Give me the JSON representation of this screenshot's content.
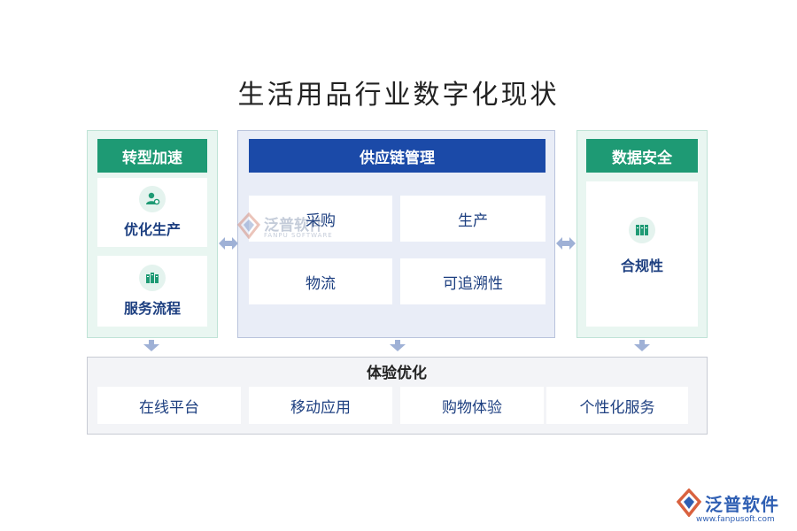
{
  "title": "生活用品行业数字化现状",
  "left_panel": {
    "header": "转型加速",
    "items": [
      {
        "label": "优化生产",
        "icon": "user-gear-icon"
      },
      {
        "label": "服务流程",
        "icon": "servers-icon"
      }
    ]
  },
  "center_panel": {
    "header": "供应链管理",
    "cells": [
      "采购",
      "生产",
      "物流",
      "可追溯性"
    ]
  },
  "right_panel": {
    "header": "数据安全",
    "items": [
      {
        "label": "合规性",
        "icon": "books-icon"
      }
    ]
  },
  "bottom_panel": {
    "header": "体验优化",
    "cells": [
      "在线平台",
      "移动应用",
      "购物体验",
      "个性化服务"
    ]
  },
  "watermark": {
    "name": "泛普软件",
    "sub": "FANPU SOFTWARE"
  },
  "logo": {
    "name": "泛普软件",
    "url": "www.fanpusoft.com"
  },
  "colors": {
    "green": "#1e9a74",
    "blue": "#1b4aa8",
    "text_blue": "#1d3f80"
  }
}
